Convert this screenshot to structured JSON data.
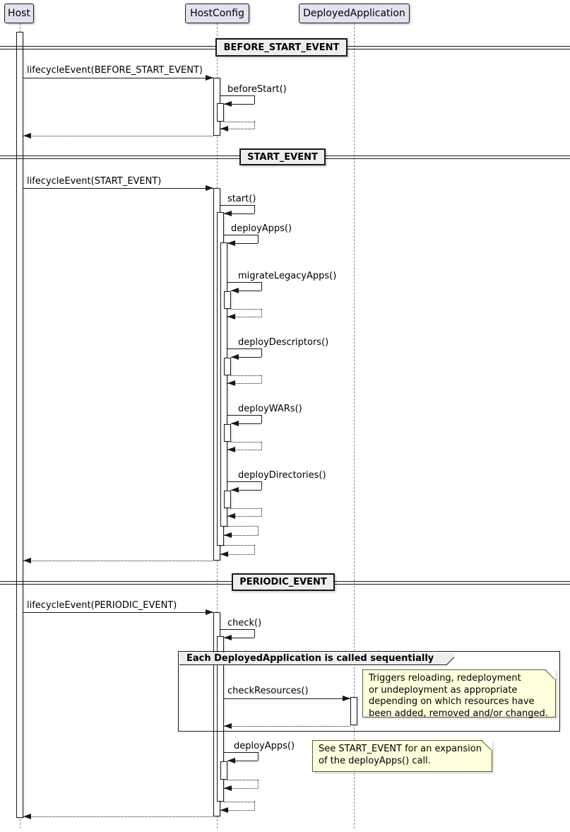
{
  "diagram_type": "uml-sequence",
  "participants": [
    {
      "label": "Host"
    },
    {
      "label": "HostConfig"
    },
    {
      "label": "DeployedApplication"
    }
  ],
  "dividers": {
    "before_start": "BEFORE_START_EVENT",
    "start": "START_EVENT",
    "periodic": "PERIODIC_EVENT"
  },
  "messages": {
    "lifecycle_before_start": "lifecycleEvent(BEFORE_START_EVENT)",
    "before_start": "beforeStart()",
    "lifecycle_start": "lifecycleEvent(START_EVENT)",
    "start": "start()",
    "deploy_apps": "deployApps()",
    "migrate_legacy_apps": "migrateLegacyApps()",
    "deploy_descriptors": "deployDescriptors()",
    "deploy_wars": "deployWARs()",
    "deploy_directories": "deployDirectories()",
    "lifecycle_periodic": "lifecycleEvent(PERIODIC_EVENT)",
    "check": "check()",
    "check_resources": "checkResources()",
    "deploy_apps_periodic": "deployApps()"
  },
  "group": {
    "title": "Each DeployedApplication is called sequentially"
  },
  "notes": {
    "check_resources": "Triggers reloading, redeployment\nor undeployment as appropriate\ndepending on which resources have\nbeen added, removed and/or changed.",
    "deploy_apps": "See START_EVENT for an expansion\nof the deployApps() call."
  },
  "colors": {
    "participant_fill": "#E2E2F0",
    "divider_fill": "#EEEEEE",
    "group_header_fill": "#EEEEEE",
    "note_fill": "#FEFFDD",
    "line": "#181818",
    "background": "#FFFFFF"
  }
}
